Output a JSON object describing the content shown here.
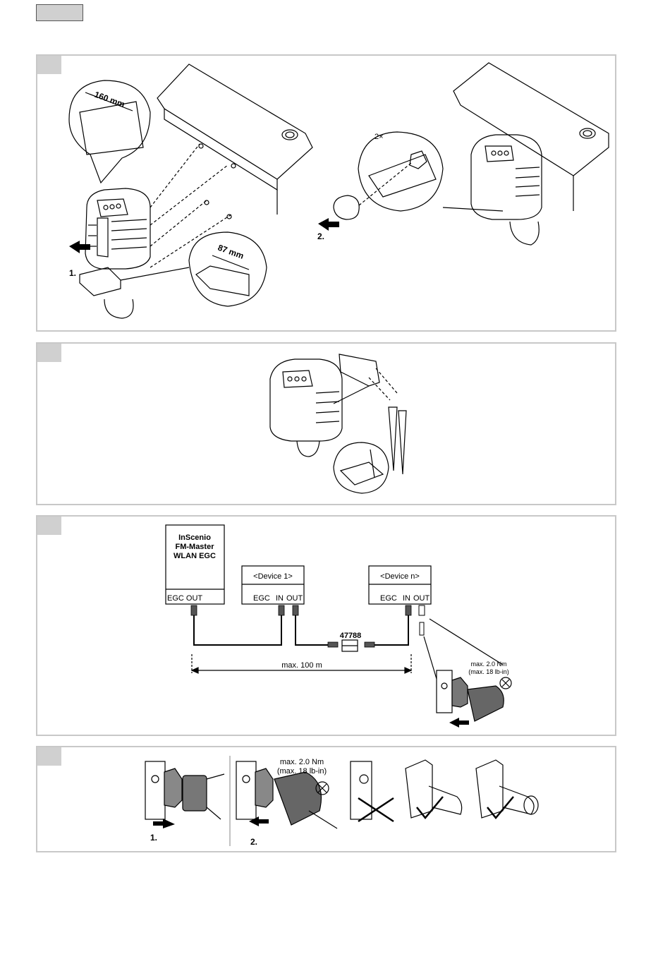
{
  "steps": {
    "step1": {
      "label": "1.",
      "arrow": "push-arrow-icon"
    },
    "step2": {
      "label": "2.",
      "arrow": "push-arrow-icon"
    }
  },
  "mount": {
    "dim_top": "160 mm",
    "dim_bottom": "87 mm",
    "count": "2×"
  },
  "wiring": {
    "master_line1": "InScenio",
    "master_line2": "FM-Master",
    "master_line3": "WLAN EGC",
    "master_port": "EGC OUT",
    "device1_title": "<Device 1>",
    "devicen_title": "<Device n>",
    "port_egc": "EGC",
    "port_in": "IN",
    "port_out": "OUT",
    "cable_part": "47788",
    "max_length": "max. 100 m",
    "torque_line1": "max. 2.0 Nm",
    "torque_line2": "(max. 18 lb-in)"
  },
  "terminator": {
    "step1": "1.",
    "step2": "2.",
    "torque_line1": "max. 2.0 Nm",
    "torque_line2": "(max. 18 lb-in)",
    "wrong_mark": "cross-mark-icon",
    "right_mark": "check-mark-icon"
  },
  "colors": {
    "panel_border": "#c8c8c8",
    "tab_fill": "#d0d0d0",
    "connector_fill": "#555555"
  }
}
